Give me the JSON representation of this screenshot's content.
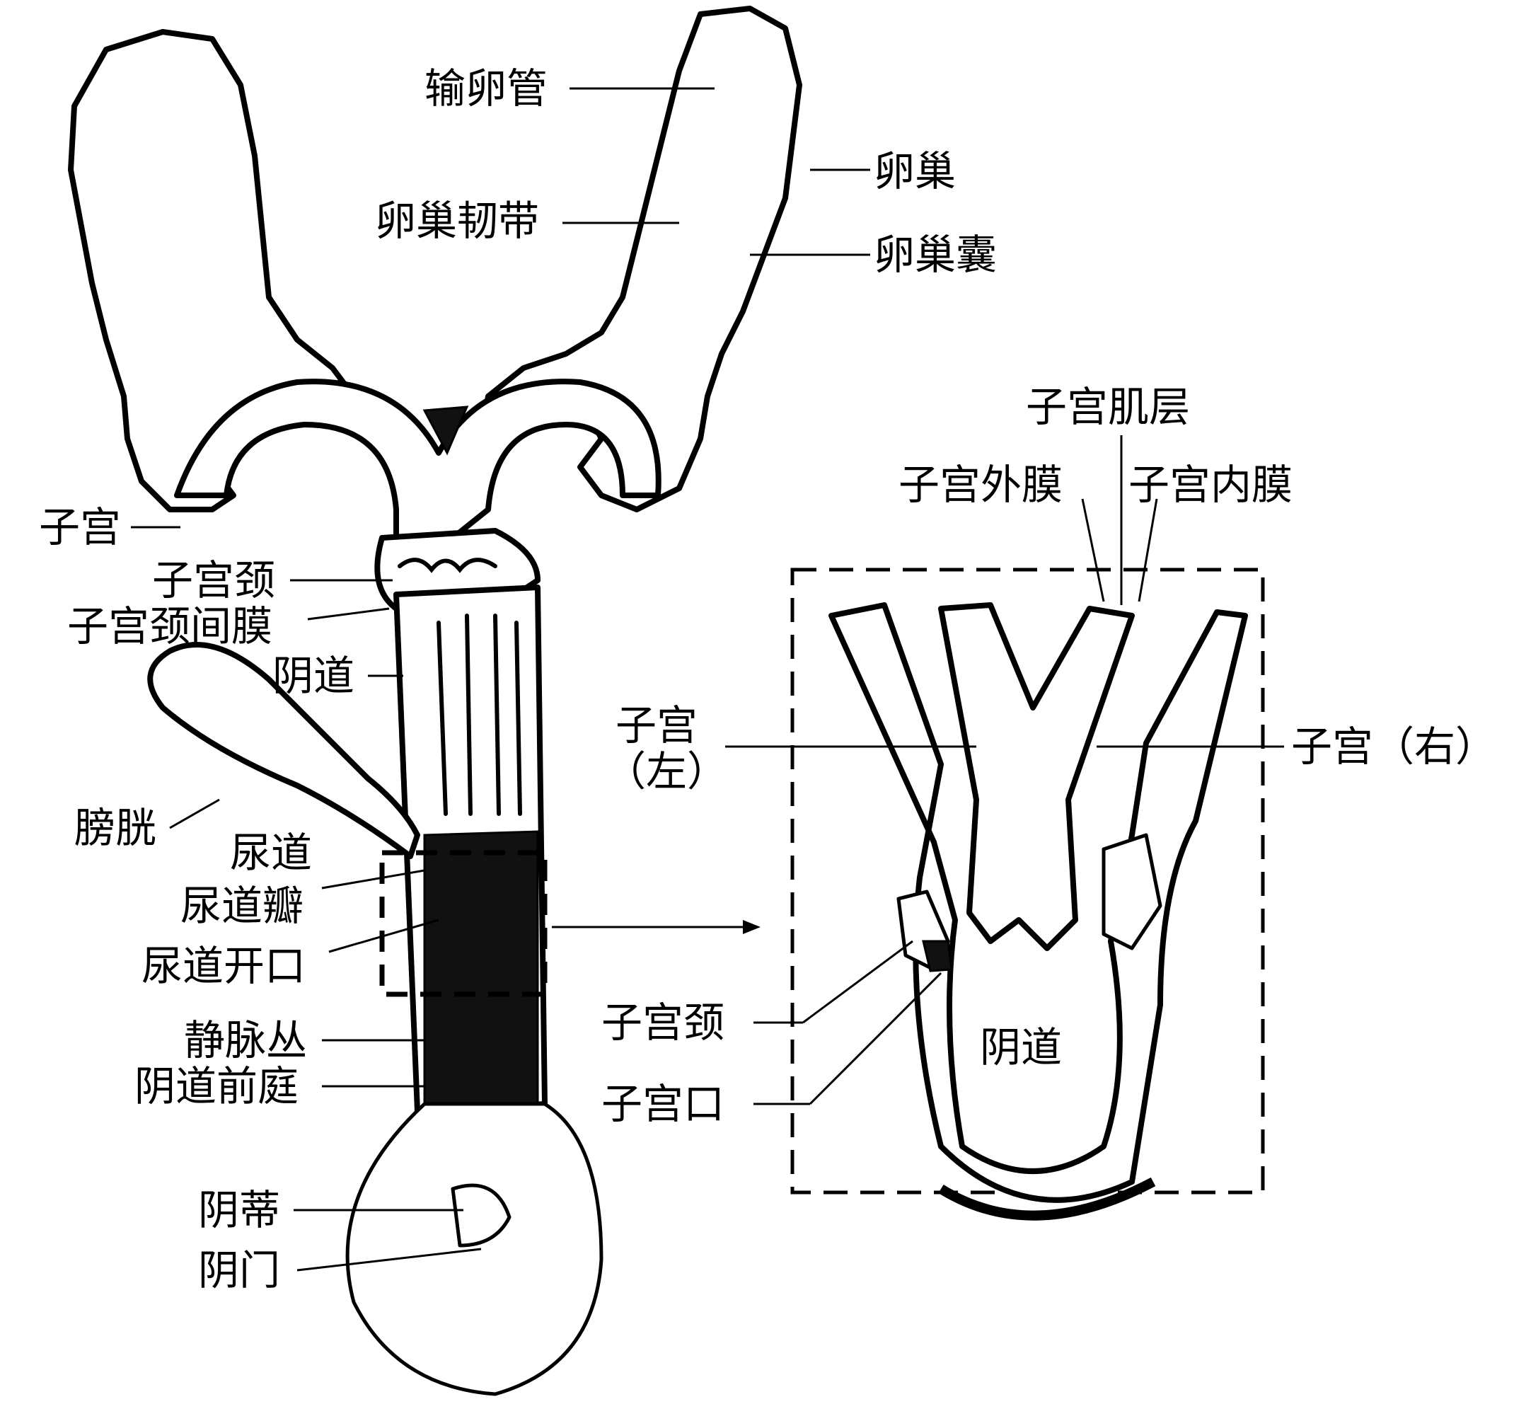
{
  "labels": {
    "oviduct": "输卵管",
    "ovary": "卵巢",
    "ovarian_ligament": "卵巢韧带",
    "ovarian_bursa": "卵巢囊",
    "uterus": "子宫",
    "cervix": "子宫颈",
    "cervical_septum": "子宫颈间膜",
    "vagina_left": "阴道",
    "bladder": "膀胱",
    "urethra": "尿道",
    "urethral_valve": "尿道瓣",
    "urethral_opening": "尿道开口",
    "venous_plexus": "静脉丛",
    "vestibule": "阴道前庭",
    "clitoris": "阴蒂",
    "vulva": "阴门",
    "myometrium": "子宫肌层",
    "perimetrium": "子宫外膜",
    "endometrium": "子宫内膜",
    "uterus_left_1": "子宫",
    "uterus_left_2": "（左）",
    "uterus_right": "子宫（右）",
    "inset_cervix": "子宫颈",
    "cervical_os": "子宫口",
    "inset_vagina": "阴道"
  }
}
